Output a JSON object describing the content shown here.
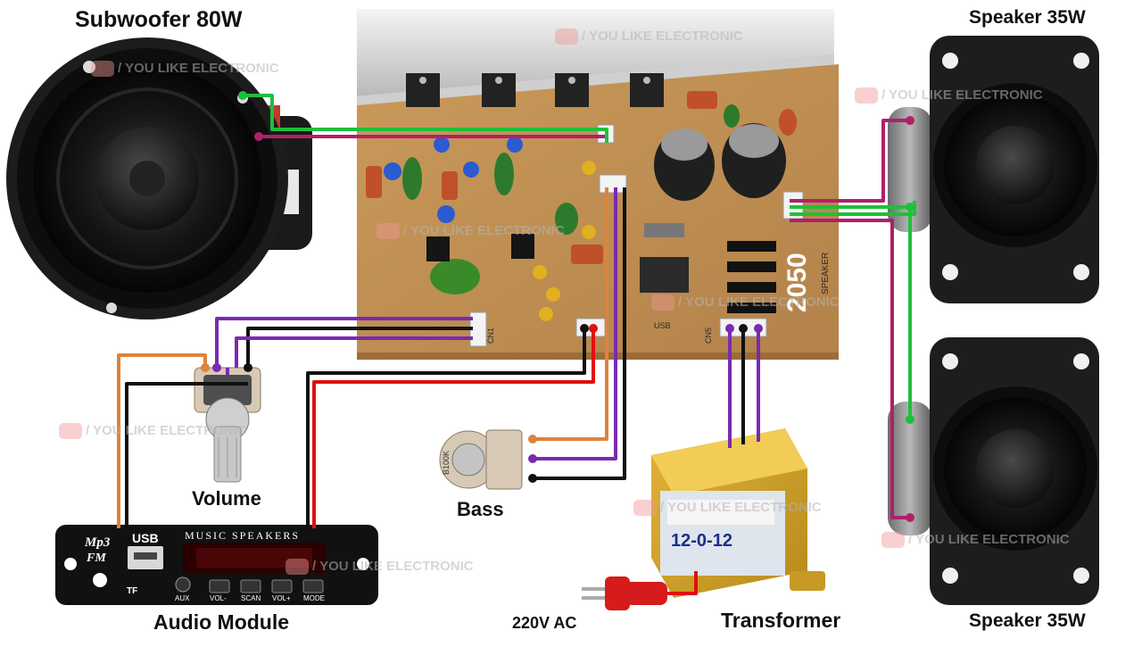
{
  "labels": {
    "subwoofer": "Subwoofer 80W",
    "speaker_top": "Speaker 35W",
    "speaker_bottom": "Speaker 35W",
    "volume": "Volume",
    "bass": "Bass",
    "audio_module": "Audio Module",
    "transformer": "Transformer",
    "ac": "220V AC"
  },
  "watermark": "/ YOU LIKE ELECTRONIC",
  "board": {
    "model": "2050",
    "speaker_text": "SPEAKER",
    "usb_text": "USB",
    "connectors": [
      "CN1",
      "CN5"
    ]
  },
  "module": {
    "brand_line1": "Mp3",
    "brand_line2": "FM",
    "usb": "USB",
    "title": "MUSIC SPEAKERS",
    "tf": "TF",
    "aux": "AUX",
    "buttons": [
      "VOL-",
      "SCAN",
      "VOL+",
      "MODE"
    ]
  },
  "transformer_label": "12-0-12",
  "pot_label": "B100K",
  "wire_colors": {
    "green": "#1fbf3a",
    "magenta": "#b0206a",
    "purple": "#7a2ab0",
    "orange": "#e0823a",
    "black": "#111111",
    "red": "#e01010"
  }
}
